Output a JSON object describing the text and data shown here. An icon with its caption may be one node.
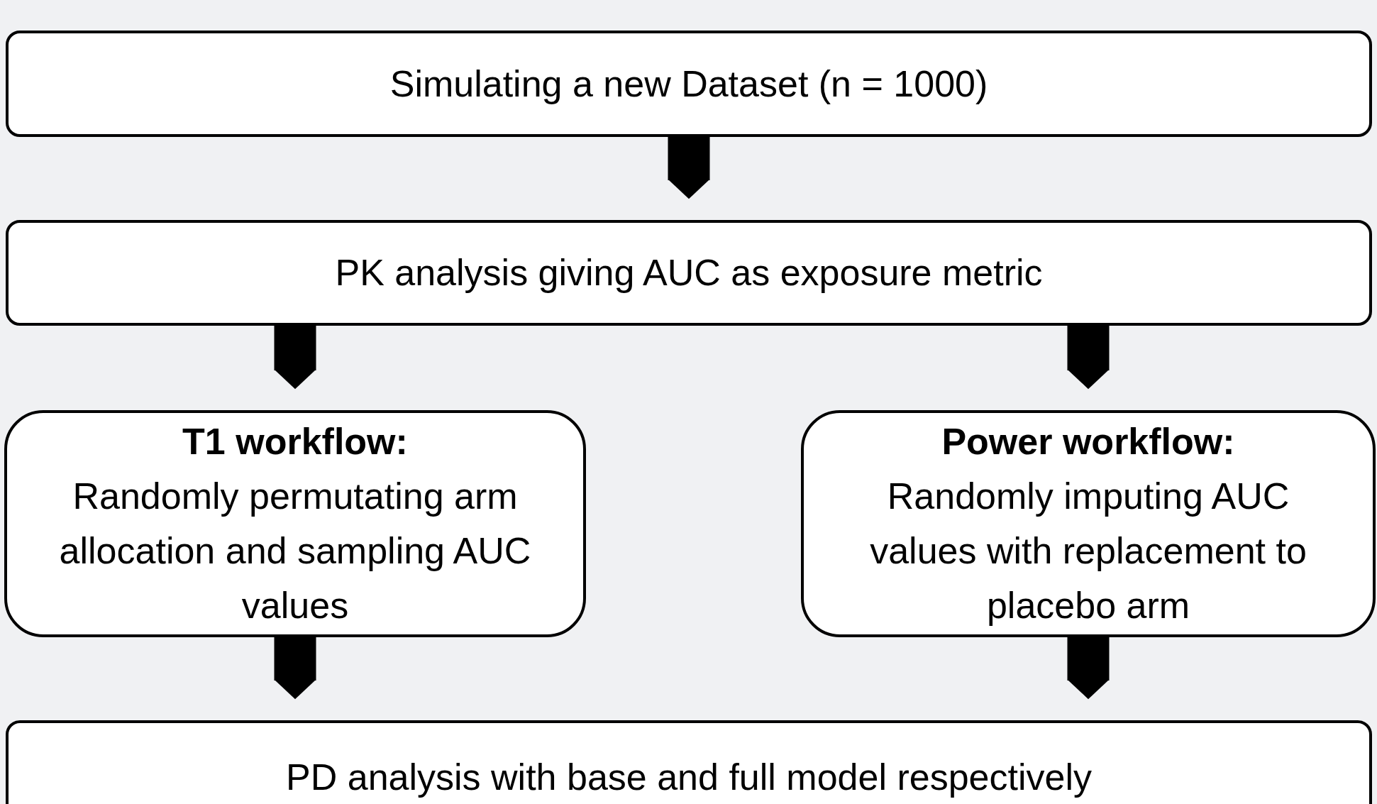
{
  "diagram": {
    "nodes": [
      {
        "text": [
          "Simulating a new Dataset (n = 1000)"
        ]
      },
      {
        "text": [
          "PK analysis giving AUC as exposure metric"
        ]
      },
      {
        "text": [
          "T1 workflow:",
          "Randomly permutating arm allocation and sampling AUC values"
        ]
      },
      {
        "text": [
          "Power workflow:",
          "Randomly imputing AUC values with replacement to placebo arm"
        ]
      },
      {
        "text": [
          "PD analysis with base and full model respectively"
        ]
      }
    ],
    "edges": [
      {
        "from": 0,
        "to": 1,
        "arrow": "to"
      },
      {
        "from": 1,
        "to": 2,
        "arrow": "to"
      },
      {
        "from": 1,
        "to": 3,
        "arrow": "to"
      },
      {
        "from": 2,
        "to": 4,
        "arrow": "to"
      },
      {
        "from": 3,
        "to": 4,
        "arrow": "to"
      }
    ]
  }
}
